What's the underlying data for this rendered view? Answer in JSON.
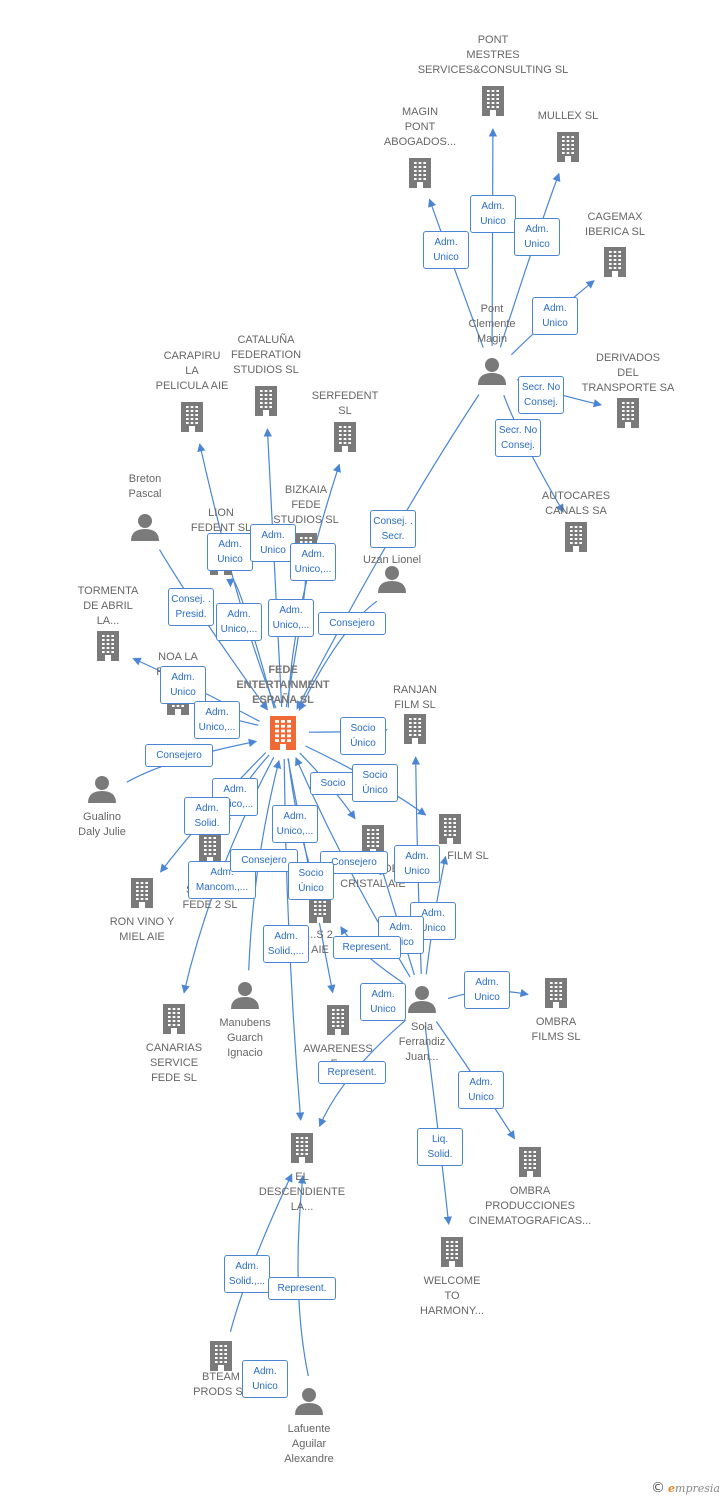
{
  "brand": {
    "copyright": "©",
    "initial": "e",
    "rest": "mpresia",
    "accent_color": "#e8862a"
  },
  "colors": {
    "edge": "#4a86d4",
    "node": "#7a7a7a",
    "main_node": "#f06a35"
  },
  "nodes": [
    {
      "id": "fede",
      "type": "company",
      "main": true,
      "label": "FEDE\nENTERTAINMENT\nESPAÑA SL"
    },
    {
      "id": "pont_mestres",
      "type": "company",
      "label": "PONT\nMESTRES\nSERVICES&CONSULTING SL"
    },
    {
      "id": "magin_pont",
      "type": "company",
      "label": "MAGIN\nPONT\nABOGADOS..."
    },
    {
      "id": "mullex",
      "type": "company",
      "label": "MULLEX SL"
    },
    {
      "id": "cagemax",
      "type": "company",
      "label": "CAGEMAX\nIBERICA SL"
    },
    {
      "id": "pont_clemente",
      "type": "person",
      "label": "Pont\nClemente\nMagin"
    },
    {
      "id": "derivados",
      "type": "company",
      "label": "DERIVADOS\nDEL\nTRANSPORTE SA"
    },
    {
      "id": "autocares",
      "type": "company",
      "label": "AUTOCARES\nCANALS SA"
    },
    {
      "id": "carapiru",
      "type": "company",
      "label": "CARAPIRU\nLA\nPELICULA AIE"
    },
    {
      "id": "cataluna",
      "type": "company",
      "label": "CATALUÑA\nFEDERATION\nSTUDIOS SL"
    },
    {
      "id": "serfedent",
      "type": "company",
      "label": "SERFEDENT\nSL"
    },
    {
      "id": "breton",
      "type": "person",
      "label": "Breton\nPascal"
    },
    {
      "id": "lion",
      "type": "company",
      "label": "LION\nFEDENT SL"
    },
    {
      "id": "bizkaia",
      "type": "company",
      "label": "BIZKAIA\nFEDE\nSTUDIOS SL"
    },
    {
      "id": "uzan",
      "type": "person",
      "label": "B...\nUzan Lionel"
    },
    {
      "id": "tormenta",
      "type": "company",
      "label": "TORMENTA\nDE ABRIL\nLA..."
    },
    {
      "id": "noa",
      "type": "company",
      "label": "NOA LA\nPEL...LE"
    },
    {
      "id": "ranjan",
      "type": "company",
      "label": "RANJAN\nFILM SL"
    },
    {
      "id": "gualino",
      "type": "person",
      "label": "Gualino\nDaly Julie"
    },
    {
      "id": "film_sl",
      "type": "company",
      "label": "FILM SL"
    },
    {
      "id": "canarias2",
      "type": "company",
      "label": "C...\nSERVICE\nFEDE 2 SL"
    },
    {
      "id": "ninas",
      "type": "company",
      "label": "NIÑAS DE\nCRISTAL AIE"
    },
    {
      "id": "ron_vino",
      "type": "company",
      "label": "RON VINO Y\nMIEL AIE"
    },
    {
      "id": "aie2",
      "type": "company",
      "label": "...S 2\nAIE"
    },
    {
      "id": "canarias",
      "type": "company",
      "label": "CANARIAS\nSERVICE\nFEDE SL"
    },
    {
      "id": "manubens",
      "type": "person",
      "label": "Manubens\nGuarch\nIgnacio"
    },
    {
      "id": "awareness",
      "type": "company",
      "label": "AWARENESS\nF..."
    },
    {
      "id": "sola",
      "type": "person",
      "label": "Sola\nFerrandiz\nJuan..."
    },
    {
      "id": "ombra_films",
      "type": "company",
      "label": "OMBRA\nFILMS SL"
    },
    {
      "id": "descendiente",
      "type": "company",
      "label": "EL\nDESCENDIENTE\nLA..."
    },
    {
      "id": "ombra_prod",
      "type": "company",
      "label": "OMBRA\nPRODUCCIONES\nCINEMATOGRAFICAS..."
    },
    {
      "id": "welcome",
      "type": "company",
      "label": "WELCOME\nTO\nHARMONY..."
    },
    {
      "id": "bteam",
      "type": "company",
      "label": "BTEAM\nPRODS SL"
    },
    {
      "id": "lafuente",
      "type": "person",
      "label": "Lafuente\nAguilar\nAlexandre"
    }
  ],
  "edges": [
    {
      "label": "Adm.\nUnico",
      "from": "pont_clemente",
      "to": "magin_pont"
    },
    {
      "label": "Adm.\nUnico",
      "from": "pont_clemente",
      "to": "pont_mestres"
    },
    {
      "label": "Adm.\nUnico",
      "from": "pont_clemente",
      "to": "mullex"
    },
    {
      "label": "Adm.\nUnico",
      "from": "pont_clemente",
      "to": "cagemax"
    },
    {
      "label": "Secr. No\nConsej.",
      "from": "pont_clemente",
      "to": "derivados"
    },
    {
      "label": "Secr. No\nConsej.",
      "from": "pont_clemente",
      "to": "autocares"
    },
    {
      "label": "Consej. .\nSecr.",
      "from": "pont_clemente",
      "to": "fede"
    },
    {
      "label": "Adm.\nUnico",
      "from": "fede",
      "to": "lion"
    },
    {
      "label": "Adm.\nUnico",
      "from": "fede",
      "to": "cataluna"
    },
    {
      "label": "Adm.\nUnico,...",
      "from": "fede",
      "to": "bizkaia"
    },
    {
      "label": "Consej. .\nPresid.",
      "from": "breton",
      "to": "fede"
    },
    {
      "label": "Adm.\nUnico,...",
      "from": "fede",
      "to": "carapiru"
    },
    {
      "label": "Adm.\nUnico,...",
      "from": "fede",
      "to": "serfedent"
    },
    {
      "label": "Consejero",
      "from": "uzan",
      "to": "fede"
    },
    {
      "label": "Adm.\nUnico",
      "from": "fede",
      "to": "tormenta"
    },
    {
      "label": "Adm.\nUnico,...",
      "from": "fede",
      "to": "noa"
    },
    {
      "label": "Socio\nÚnico",
      "from": "fede",
      "to": "ranjan"
    },
    {
      "label": "Consejero",
      "from": "gualino",
      "to": "fede"
    },
    {
      "label": "Adm.\nUnico,...",
      "from": "fede",
      "to": "canarias2"
    },
    {
      "label": "Adm.\nSolid.",
      "from": "fede",
      "to": "ron_vino"
    },
    {
      "label": "Socio",
      "from": "fede",
      "to": "ninas"
    },
    {
      "label": "Socio\nÚnico",
      "from": "fede",
      "to": "film_sl"
    },
    {
      "label": "Adm.\nUnico,...",
      "from": "fede",
      "to": "aie2"
    },
    {
      "label": "Adm.\nMancom.,...",
      "from": "fede",
      "to": "canarias"
    },
    {
      "label": "Consejero",
      "from": "manubens",
      "to": "fede"
    },
    {
      "label": "Consejero",
      "from": "sola",
      "to": "fede"
    },
    {
      "label": "Socio\nÚnico",
      "from": "fede",
      "to": "awareness"
    },
    {
      "label": "Adm.\nUnico",
      "from": "sola",
      "to": "ranjan"
    },
    {
      "label": "Adm.\nUnico",
      "from": "sola",
      "to": "film_sl"
    },
    {
      "label": "Adm.\nUnico",
      "from": "sola",
      "to": "ninas"
    },
    {
      "label": "Adm.\nSolid.,...",
      "from": "fede",
      "to": "descendiente"
    },
    {
      "label": "Represent.",
      "from": "sola",
      "to": "aie2"
    },
    {
      "label": "Adm.\nUnico",
      "from": "sola",
      "to": "awareness"
    },
    {
      "label": "Adm.\nUnico",
      "from": "sola",
      "to": "ombra_films"
    },
    {
      "label": "Represent.",
      "from": "sola",
      "to": "descendiente"
    },
    {
      "label": "Adm.\nUnico",
      "from": "sola",
      "to": "ombra_prod"
    },
    {
      "label": "Liq.\nSolid.",
      "from": "sola",
      "to": "welcome"
    },
    {
      "label": "Adm.\nSolid.,...",
      "from": "bteam",
      "to": "descendiente"
    },
    {
      "label": "Represent.",
      "from": "lafuente",
      "to": "descendiente"
    },
    {
      "label": "Adm.\nUnico",
      "from": "lafuente",
      "to": "bteam"
    }
  ]
}
